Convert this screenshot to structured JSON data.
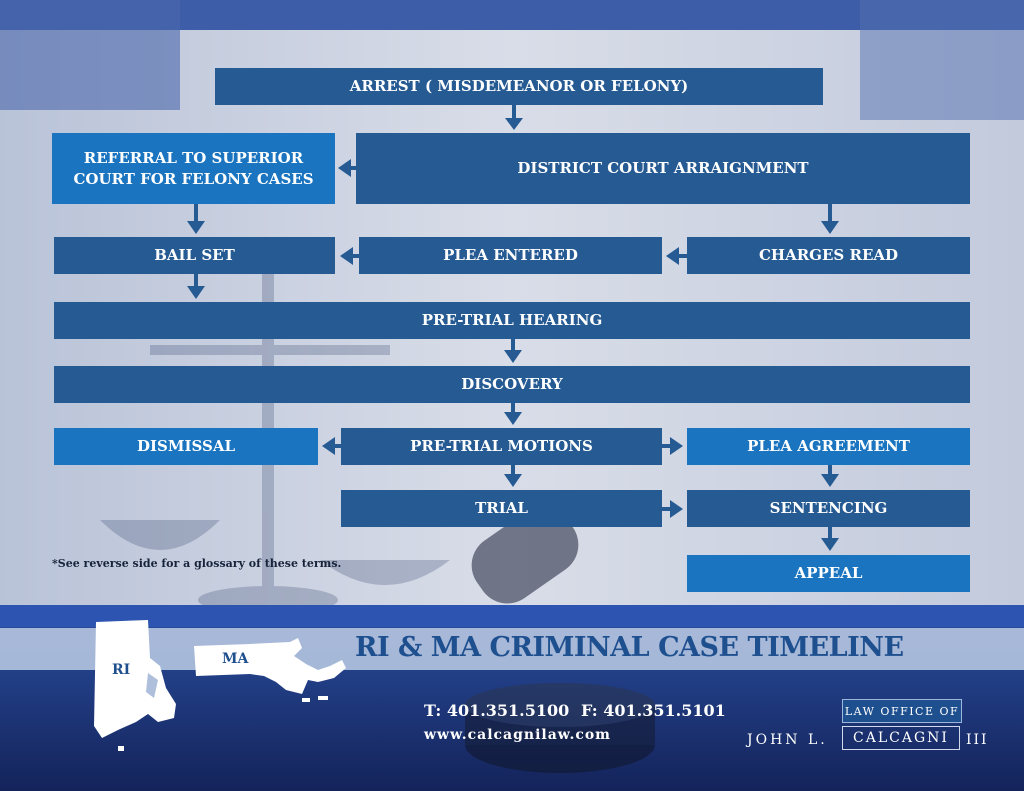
{
  "flow": {
    "arrest": "ARREST ( MISDEMEANOR OR FELONY)",
    "referral": "REFERRAL TO SUPERIOR COURT FOR FELONY CASES",
    "district_arraignment": "DISTRICT COURT ARRAIGNMENT",
    "bail_set": "BAIL SET",
    "plea_entered": "PLEA ENTERED",
    "charges_read": "CHARGES READ",
    "pretrial_hearing": "PRE-TRIAL HEARING",
    "discovery": "DISCOVERY",
    "dismissal": "DISMISSAL",
    "pretrial_motions": "PRE-TRIAL MOTIONS",
    "plea_agreement": "PLEA AGREEMENT",
    "trial": "TRIAL",
    "sentencing": "SENTENCING",
    "appeal": "APPEAL"
  },
  "note": "*See reverse side for a glossary of these terms.",
  "footer": {
    "title": "RI & MA CRIMINAL CASE TIMELINE",
    "phone": "T: 401.351.5100",
    "fax": "F: 401.351.5101",
    "website": "www.calcagnilaw.com",
    "law_office_of": "LAW OFFICE OF",
    "name_first": "JOHN L.",
    "name_last": "CALCAGNI",
    "name_suffix": "III",
    "ri_label": "RI",
    "ma_label": "MA"
  },
  "colors": {
    "dark_box": "#255a93",
    "bright_box": "#1a74c0",
    "title_blue": "#1e4f8f"
  }
}
